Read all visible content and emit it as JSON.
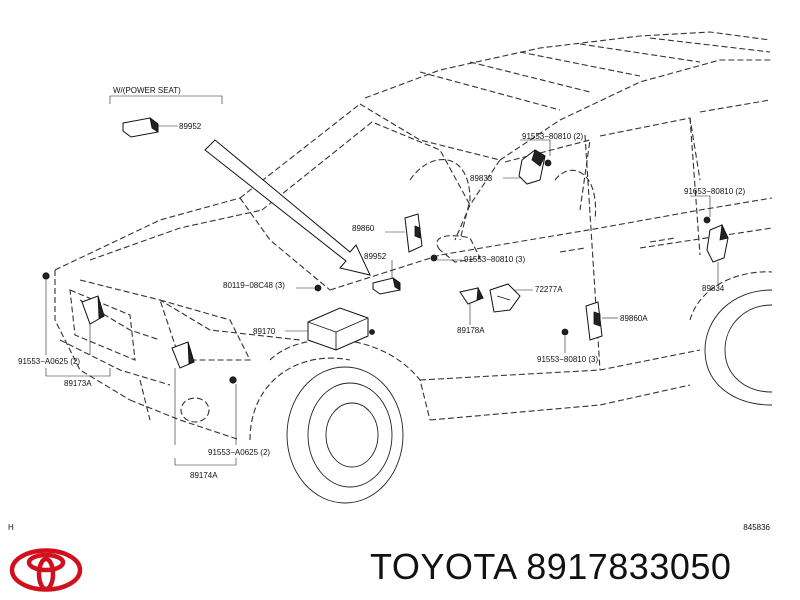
{
  "diagram": {
    "option_note": "W/(POWER SEAT)",
    "callouts": [
      "89952",
      "91553−80810 (2)",
      "89833",
      "91653−80810 (2)",
      "89860",
      "89952",
      "91553−80810 (3)",
      "80119−08C48 (3)",
      "72277A",
      "89170",
      "89178A",
      "89860A",
      "89834",
      "91553−A0625 (2)",
      "89173A",
      "91553−80810 (3)",
      "91553−A0625 (2)",
      "89174A"
    ],
    "corner_mark": "H",
    "reference_number": "845836"
  },
  "brand": {
    "title": "TOYOTA 8917833050",
    "logo_color": "#d0101c"
  }
}
